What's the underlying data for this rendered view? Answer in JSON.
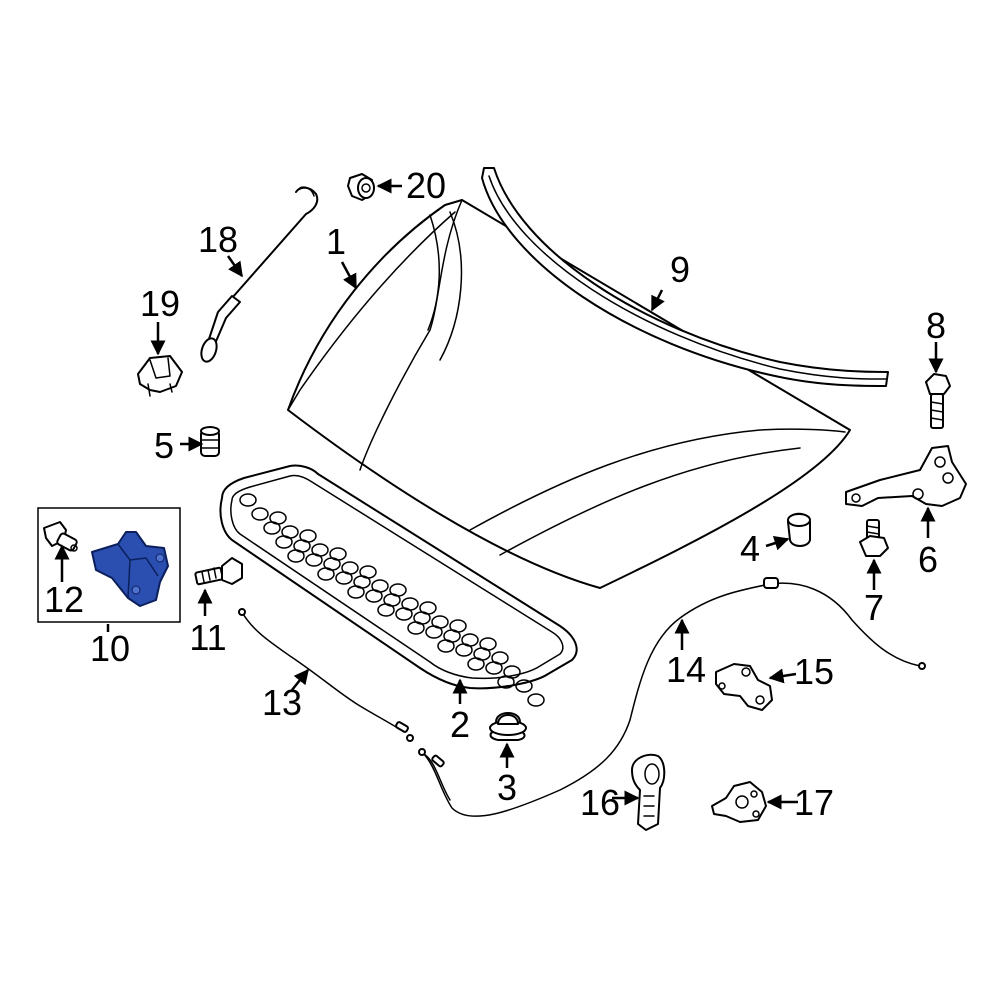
{
  "callouts": {
    "hood": "1",
    "insulator": "2",
    "insulator_retainer": "3",
    "bumper_4": "4",
    "bumper_5": "5",
    "hinge": "6",
    "hinge_bolt_7": "7",
    "hinge_bolt_8": "8",
    "weatherstrip": "9",
    "latch_assembly": "10",
    "latch_bolt": "11",
    "latch_switch": "12",
    "release_cable_13": "13",
    "release_cable_14": "14",
    "cable_bracket": "15",
    "release_handle": "16",
    "handle_bracket": "17",
    "prop_rod": "18",
    "prop_rod_clip": "19",
    "grommet": "20"
  },
  "colors": {
    "highlight_part": "#2b4fb0",
    "line": "#000000",
    "background": "#ffffff"
  }
}
